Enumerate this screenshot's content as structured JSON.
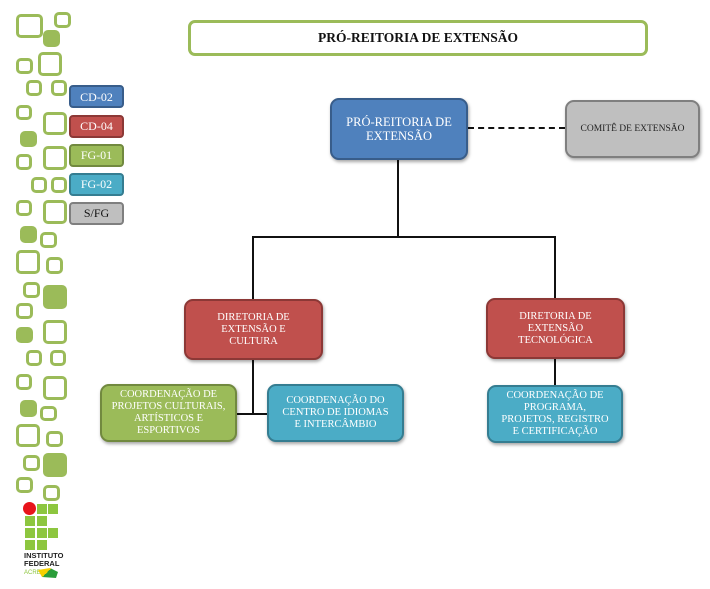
{
  "title": "PRÓ-REITORIA DE EXTENSÃO",
  "legend": [
    {
      "label": "CD-02",
      "color": "#4f81bd"
    },
    {
      "label": "CD-04",
      "color": "#c0504d"
    },
    {
      "label": "FG-01",
      "color": "#9bbb59"
    },
    {
      "label": "FG-02",
      "color": "#4bacc6"
    },
    {
      "label": "S/FG",
      "color": "#bfbfbf"
    }
  ],
  "org": {
    "root": {
      "label": "PRÓ-REITORIA DE EXTENSÃO",
      "level": "CD-02"
    },
    "advisory": {
      "label": "COMITÊ DE EXTENSÃO",
      "level": "S/FG"
    },
    "directorates": [
      {
        "label": "DIRETORIA DE EXTENSÃO E CULTURA",
        "level": "CD-04",
        "children": [
          {
            "label": "COORDENAÇÃO DE PROJETOS CULTURAIS, ARTÍSTICOS E ESPORTIVOS",
            "level": "FG-01"
          },
          {
            "label": "COORDENAÇÃO DO CENTRO DE IDIOMAS E INTERCÂMBIO",
            "level": "FG-02"
          }
        ]
      },
      {
        "label": "DIRETORIA DE EXTENSÃO TECNOLÓGICA",
        "level": "CD-04",
        "children": [
          {
            "label": "COORDENAÇÃO DE PROGRAMA, PROJETOS, REGISTRO E CERTIFICAÇÃO",
            "level": "FG-02"
          }
        ]
      }
    ]
  },
  "logo": {
    "line1": "INSTITUTO",
    "line2": "FEDERAL",
    "line3": "ACRE"
  }
}
